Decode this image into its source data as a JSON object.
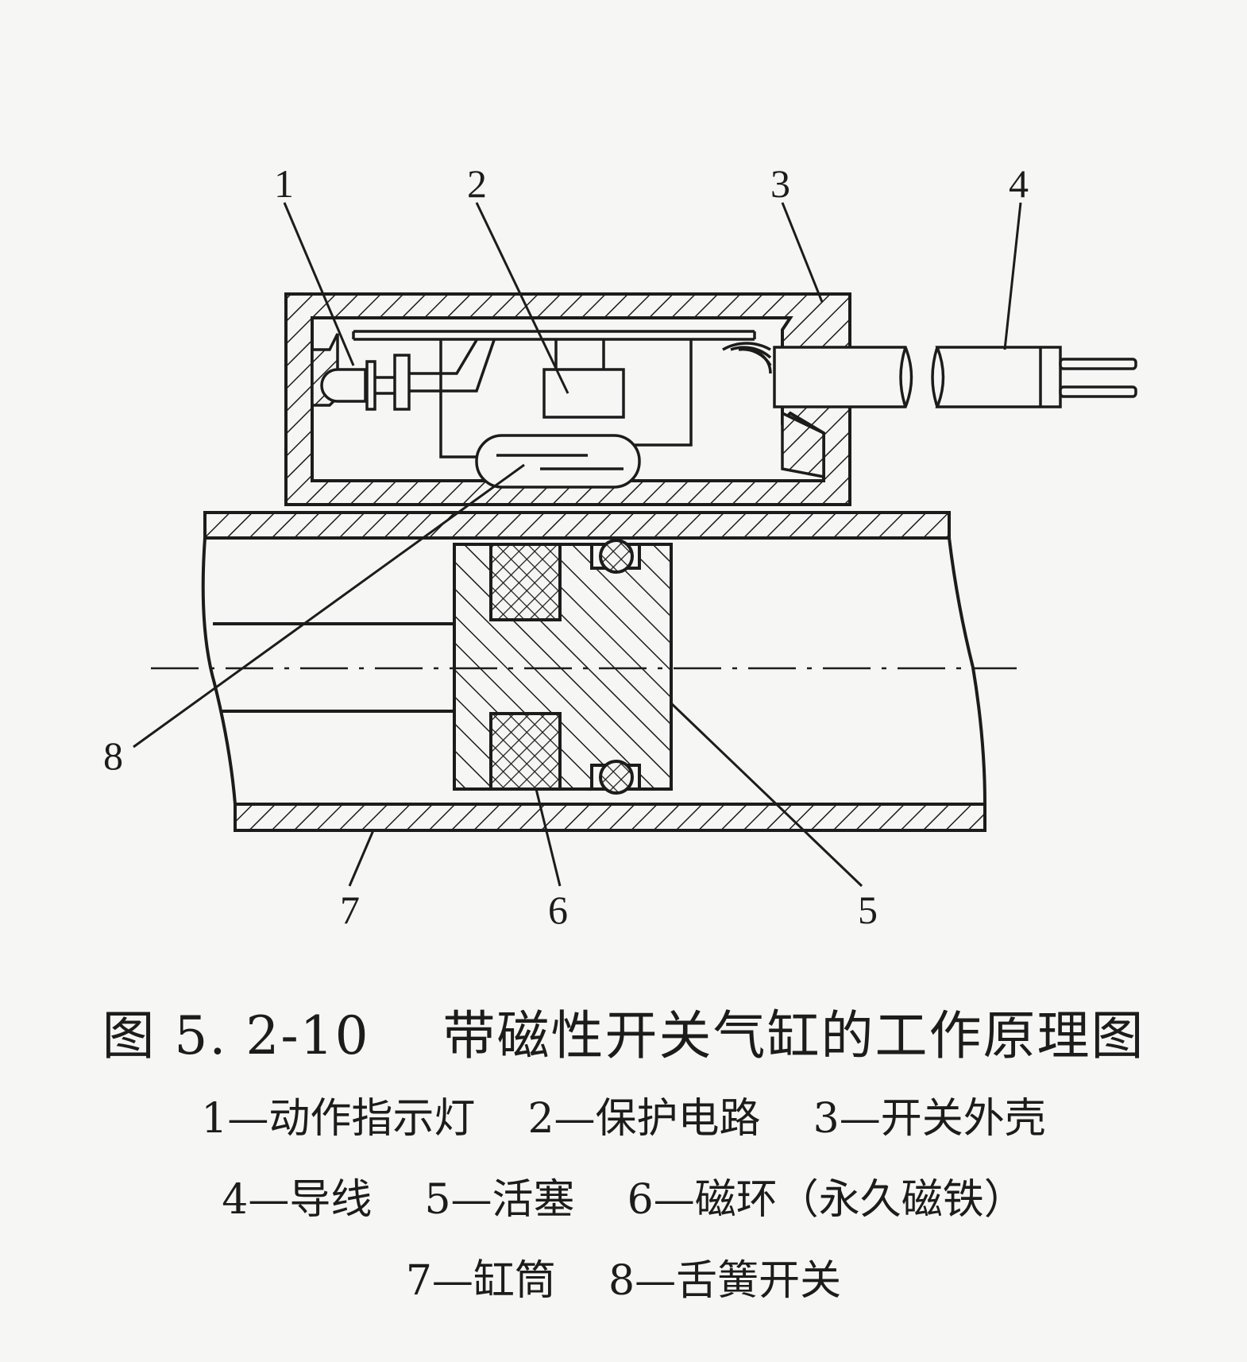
{
  "callouts": {
    "n1": "1",
    "n2": "2",
    "n3": "3",
    "n4": "4",
    "n5": "5",
    "n6": "6",
    "n7": "7",
    "n8": "8"
  },
  "figure": {
    "title": "图 5. 2-10    带磁性开关气缸的工作原理图"
  },
  "legend": {
    "line1": "1—动作指示灯    2—保护电路    3—开关外壳",
    "line2": "4—导线    5—活塞    6—磁环（永久磁铁）",
    "line3": "7—缸筒    8—舌簧开关"
  }
}
